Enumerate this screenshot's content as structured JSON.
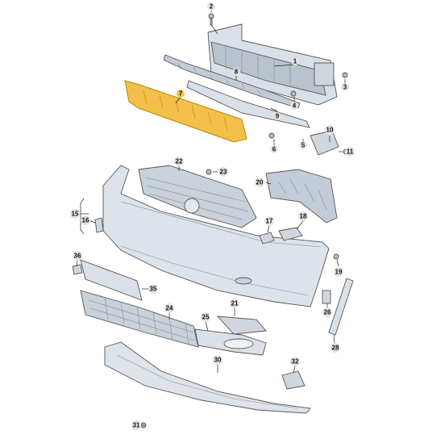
{
  "colors": {
    "part_fill": "#d9e0e8",
    "part_fill_dark": "#b9c3ce",
    "part_stroke": "#555555",
    "highlight_fill": "#f2c04a",
    "highlight_stroke": "#b8860b",
    "label_bubble": "#e3e3e3",
    "highlight_bubble": "#f2c04a"
  },
  "labels": {
    "p1": "1",
    "p2": "2",
    "p3": "3",
    "p4": "4",
    "p5": "5",
    "p6": "6",
    "p7": "7",
    "p8": "8",
    "p9": "9",
    "p10": "10",
    "p11": "11",
    "p15": "15",
    "p16": "16",
    "p17": "17",
    "p18": "18",
    "p19": "19",
    "p20": "20",
    "p21": "21",
    "p22": "22",
    "p23": "23",
    "p24": "24",
    "p25": "25",
    "p26": "26",
    "p28": "28",
    "p30": "30",
    "p31": "31",
    "p32": "32",
    "p35": "35",
    "p36": "36"
  }
}
